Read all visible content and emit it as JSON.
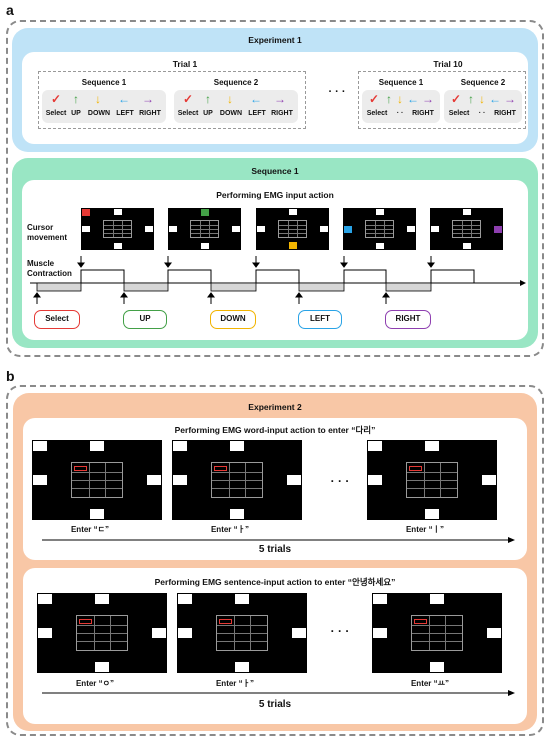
{
  "panel_a": {
    "label": "a",
    "experiment1": {
      "title": "Experiment 1",
      "trial1": "Trial 1",
      "trial10": "Trial 10",
      "ellipsis": "· · ·",
      "seq1": "Sequence 1",
      "seq2": "Sequence 2",
      "actions_full": [
        "Select",
        "UP",
        "DOWN",
        "LEFT",
        "RIGHT"
      ],
      "actions_short": [
        "Select",
        "· ·",
        "RIGHT"
      ]
    },
    "sequence1": {
      "title": "Sequence 1",
      "subtitle": "Performing EMG input action",
      "cursor_label_1": "Cursor",
      "cursor_label_2": "movement",
      "muscle_label_1": "Muscle",
      "muscle_label_2": "Contraction",
      "commands": [
        "Select",
        "UP",
        "DOWN",
        "LEFT",
        "RIGHT"
      ]
    }
  },
  "panel_b": {
    "label": "b",
    "experiment2": {
      "title": "Experiment 2",
      "word_title": "Performing EMG word-input action to enter “다리”",
      "word_enters": [
        "Enter “ㄷ”",
        "Enter “ㅏ”",
        "Enter “ㅣ”"
      ],
      "sentence_title": "Performing EMG sentence-input action to enter “안녕하세요”",
      "sentence_enters": [
        "Enter “ㅇ”",
        "Enter “ㅏ”",
        "Enter “ㅛ”"
      ],
      "trials": "5 trials",
      "ellipsis": "· · ·"
    }
  },
  "colors": {
    "select": "#e53935",
    "up": "#43a047",
    "down": "#f2b400",
    "left": "#29a3e6",
    "right": "#8e3fb0",
    "exp1_bg": "#bfe3f7",
    "seq_bg": "#99e6c4",
    "exp2_bg": "#f8c7a6"
  },
  "icons": {
    "select": "check-icon",
    "up": "arrow-up-icon",
    "down": "arrow-down-icon",
    "left": "arrow-left-icon",
    "right": "arrow-right-icon"
  }
}
